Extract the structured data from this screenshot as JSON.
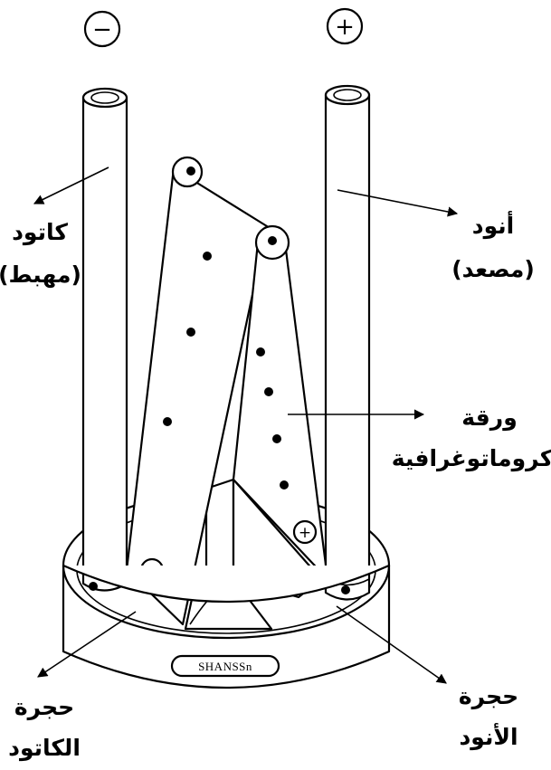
{
  "terminals": {
    "negative": "−",
    "positive": "+"
  },
  "labels": {
    "cathode": [
      "كاتود",
      "(مهبط)"
    ],
    "anode": [
      "أنود",
      "(مصعد)"
    ],
    "paper": [
      "ورقة",
      "كروماتوغرافية"
    ],
    "cathode_chamber": [
      "حجرة",
      "الكاتود"
    ],
    "anode_chamber": [
      "حجرة",
      "الأنود"
    ]
  },
  "paper_markers": {
    "negative": "−",
    "positive": "+"
  },
  "brand": "SHANSSn"
}
